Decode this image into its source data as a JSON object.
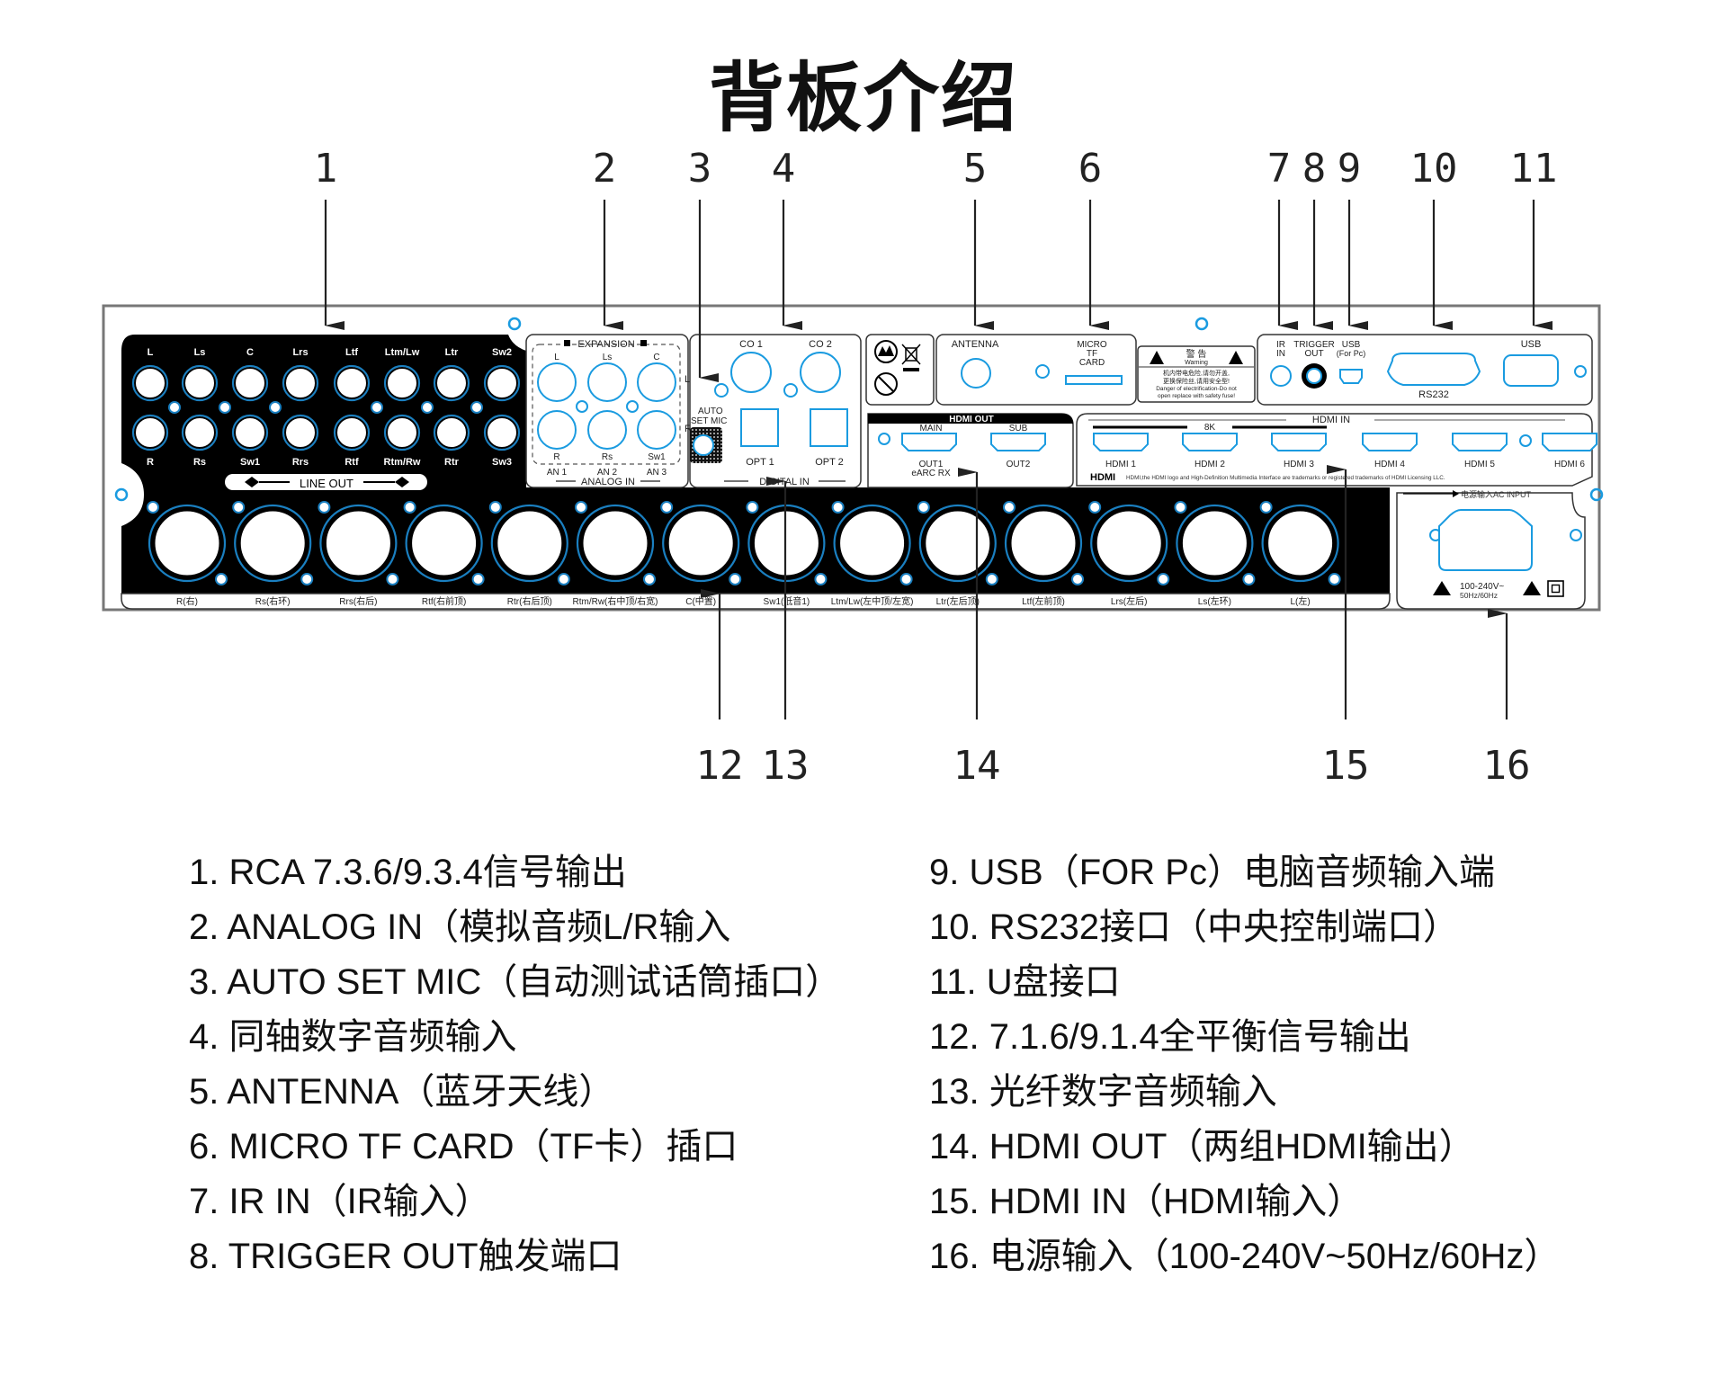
{
  "title": "背板介绍",
  "callouts_top": [
    "1",
    "2",
    "3",
    "4",
    "5",
    "6",
    "7",
    "8",
    "9",
    "10",
    "11"
  ],
  "callouts_bottom": [
    "12",
    "13",
    "14",
    "15",
    "16"
  ],
  "panel": {
    "line_out": {
      "label": "LINE OUT",
      "top_row": [
        "L",
        "Ls",
        "C",
        "Lrs",
        "Ltf",
        "Ltm/Lw",
        "Ltr",
        "Sw2"
      ],
      "bottom_row": [
        "R",
        "Rs",
        "Sw1",
        "Rrs",
        "Rtf",
        "Rtm/Rw",
        "Rtr",
        "Sw3"
      ]
    },
    "expansion": {
      "label": "EXPANSION",
      "top_row": [
        "L",
        "Ls",
        "C"
      ],
      "bottom_row": [
        "R",
        "Rs",
        "Sw1"
      ],
      "an_labels": [
        "AN 1",
        "AN 2",
        "AN 3"
      ],
      "side_l": "L",
      "side_r": "R",
      "group_label": "ANALOG IN"
    },
    "auto_set_mic": {
      "line1": "AUTO",
      "line2": "SET MIC"
    },
    "digital_in": {
      "coax": [
        "CO 1",
        "CO 2"
      ],
      "optical": [
        "OPT 1",
        "OPT 2"
      ],
      "group_label": "DIGITAL IN"
    },
    "antenna_label": "ANTENNA",
    "micro_tf": {
      "line1": "MICRO",
      "line2": "TF",
      "line3": "CARD"
    },
    "warning": {
      "title_cn": "警 告",
      "title_en": "Warning",
      "cn_line1": "机内带电危险,请勿开盖,",
      "cn_line2": "更换保险丝,请用安全型!",
      "en_line1": "Danger of electrification-Do not",
      "en_line2": "open replace with safety fuse!"
    },
    "control": {
      "ir_in": {
        "line1": "IR",
        "line2": "IN"
      },
      "trigger_out": {
        "line1": "TRIGGER",
        "line2": "OUT"
      },
      "usb_pc": {
        "line1": "USB",
        "line2": "(For Pc)"
      },
      "rs232": "RS232",
      "usb": "USB"
    },
    "hdmi_out": {
      "header": "HDMI OUT",
      "main": "MAIN",
      "sub": "SUB",
      "out1_line1": "OUT1",
      "out1_line2": "eARC RX",
      "out2": "OUT2"
    },
    "hdmi_in": {
      "header": "HDMI IN",
      "band_8k": "8K",
      "ports": [
        "HDMI 1",
        "HDMI 2",
        "HDMI 3",
        "HDMI 4",
        "HDMI 5",
        "HDMI 6"
      ],
      "logo": "HDMI",
      "trademark": "HDMI,the HDMI logo and High-Definition Multimedia Interface are trademarks or registered trademarks of HDMI Licensing LLC."
    },
    "xlr_labels": [
      "R(右)",
      "Rs(右环)",
      "Rrs(右后)",
      "Rtf(右前顶)",
      "Rtr(右后顶)",
      "Rtm/Rw(右中顶/右宽)",
      "C(中置)",
      "Sw1(低音1)",
      "Ltm/Lw(左中顶/左宽)",
      "Ltr(左后顶)",
      "Ltf(左前顶)",
      "Lrs(左后)",
      "Ls(左环)",
      "L(左)"
    ],
    "power": {
      "header": "电源输入AC INPUT",
      "voltage": "100-240V~",
      "freq": "50Hz/60Hz"
    }
  },
  "legend": {
    "left": [
      "1. RCA 7.3.6/9.3.4信号输出",
      "2. ANALOG IN（模拟音频L/R输入",
      "3. AUTO SET MIC（自动测试话筒插口）",
      "4. 同轴数字音频输入",
      "5. ANTENNA（蓝牙天线）",
      "6. MICRO TF CARD（TF卡）插口",
      "7. IR IN（IR输入）",
      "8. TRIGGER OUT触发端口"
    ],
    "right": [
      "9. USB（FOR Pc）电脑音频输入端",
      "10. RS232接口（中央控制端口）",
      "11. U盘接口",
      "12. 7.1.6/9.1.4全平衡信号输出",
      "13. 光纤数字音频输入",
      "14. HDMI OUT（两组HDMI输出）",
      "15. HDMI IN（HDMI输入）",
      "16. 电源输入（100-240V~50Hz/60Hz）"
    ]
  }
}
